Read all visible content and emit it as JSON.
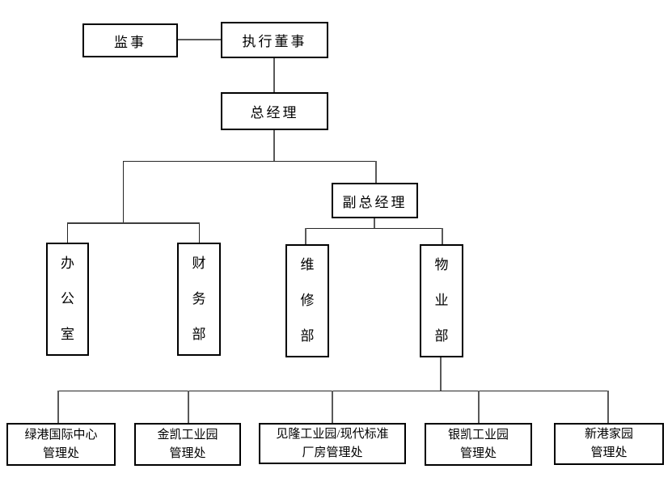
{
  "org_chart": {
    "type": "org-chart",
    "nodes": {
      "supervisor": {
        "label": "监事"
      },
      "executive_director": {
        "label": "执行董事"
      },
      "general_manager": {
        "label": "总经理"
      },
      "deputy_general_manager": {
        "label": "副总经理"
      },
      "office": {
        "label": "办\n公\n室"
      },
      "finance_dept": {
        "label": "财\n务\n部"
      },
      "maintenance_dept": {
        "label": "维\n修\n部"
      },
      "property_dept": {
        "label": "物\n业\n部"
      },
      "lvgang_mgmt": {
        "label": "绿港国际中心\n管理处"
      },
      "jinkai_mgmt": {
        "label": "金凯工业园\n管理处"
      },
      "jianlong_mgmt": {
        "label": "见隆工业园/现代标准\n厂房管理处"
      },
      "yinkai_mgmt": {
        "label": "银凯工业园\n管理处"
      },
      "xingang_mgmt": {
        "label": "新港家园\n管理处"
      }
    },
    "edges": [
      {
        "from": "supervisor",
        "to": "executive_director"
      },
      {
        "from": "executive_director",
        "to": "general_manager"
      },
      {
        "from": "general_manager",
        "to": "office"
      },
      {
        "from": "general_manager",
        "to": "finance_dept"
      },
      {
        "from": "general_manager",
        "to": "deputy_general_manager"
      },
      {
        "from": "deputy_general_manager",
        "to": "maintenance_dept"
      },
      {
        "from": "deputy_general_manager",
        "to": "property_dept"
      },
      {
        "from": "property_dept",
        "to": "lvgang_mgmt"
      },
      {
        "from": "property_dept",
        "to": "jinkai_mgmt"
      },
      {
        "from": "property_dept",
        "to": "jianlong_mgmt"
      },
      {
        "from": "property_dept",
        "to": "yinkai_mgmt"
      },
      {
        "from": "property_dept",
        "to": "xingang_mgmt"
      }
    ],
    "colors": {
      "background": "#ffffff",
      "box_border": "#000000",
      "text": "#000000",
      "connector_thick": "#595959",
      "connector_thin": "#262626"
    }
  }
}
